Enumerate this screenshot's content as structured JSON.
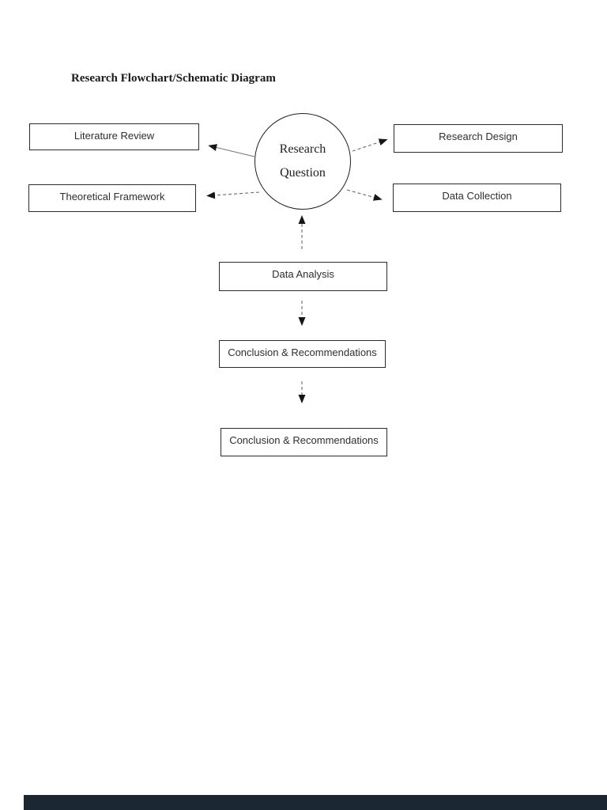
{
  "page": {
    "title": "Research Flowchart/Schematic Diagram"
  },
  "diagram": {
    "center_node": {
      "id": "research-question",
      "label": "Research Question",
      "shape": "circle"
    },
    "nodes": [
      {
        "id": "literature-review",
        "label": "Literature Review"
      },
      {
        "id": "research-design",
        "label": "Research Design"
      },
      {
        "id": "theoretical-framework",
        "label": "Theoretical Framework"
      },
      {
        "id": "data-collection",
        "label": "Data Collection"
      },
      {
        "id": "data-analysis",
        "label": "Data Analysis"
      },
      {
        "id": "conclusion-recommendations-1",
        "label": "Conclusion & Recommendations"
      },
      {
        "id": "conclusion-recommendations-2",
        "label": "Conclusion & Recommendations"
      }
    ],
    "connectors": [
      {
        "from": "research-question",
        "to": "literature-review",
        "style": "solid-arrow"
      },
      {
        "from": "research-question",
        "to": "theoretical-framework",
        "style": "dashed-arrow"
      },
      {
        "from": "research-question",
        "to": "research-design",
        "style": "dashed-arrow"
      },
      {
        "from": "research-question",
        "to": "data-collection",
        "style": "dashed-arrow"
      },
      {
        "from": "data-analysis",
        "to": "research-question",
        "style": "dashed-arrow-up"
      },
      {
        "from": "data-analysis",
        "to": "conclusion-recommendations-1",
        "style": "dashed-arrow-down"
      },
      {
        "from": "conclusion-recommendations-1",
        "to": "conclusion-recommendations-2",
        "style": "dashed-arrow-down"
      }
    ],
    "colors": {
      "node_border": "#2b2b2b",
      "text": "#2e2e2e",
      "connector_line": "#6b6b6b",
      "arrowhead": "#161616"
    }
  },
  "footer": {
    "bar_color": "#1b2834"
  }
}
